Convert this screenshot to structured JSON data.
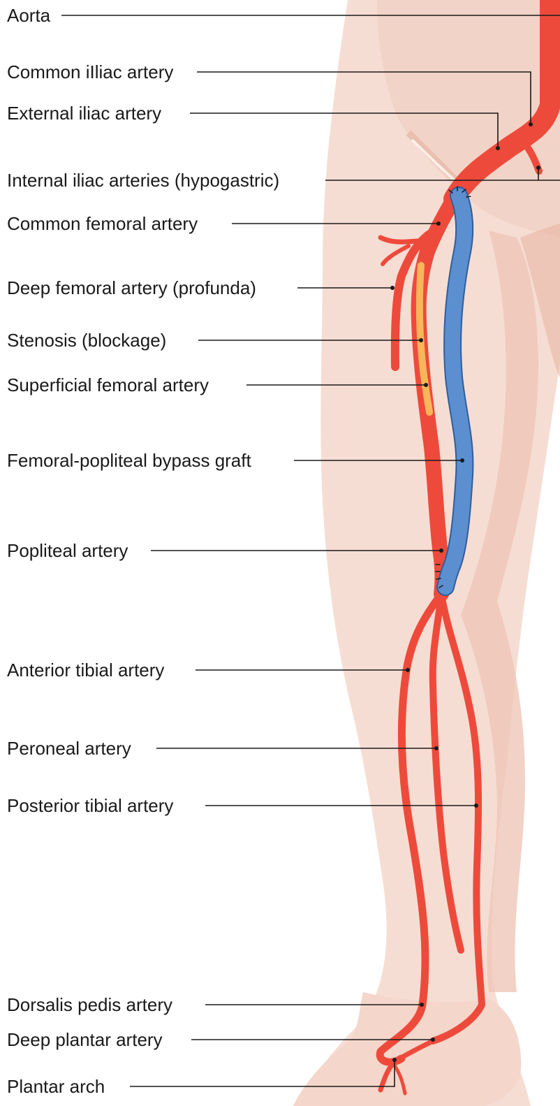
{
  "labels": {
    "aorta": "Aorta",
    "common_iliac": "Common iIliac artery",
    "external_iliac": "External iliac artery",
    "internal_iliac": "Internal iliac arteries (hypogastric)",
    "common_femoral": "Common femoral artery",
    "deep_femoral": "Deep femoral artery (profunda)",
    "stenosis": "Stenosis (blockage)",
    "superficial_femoral": "Superficial femoral artery",
    "bypass_graft": "Femoral-popliteal bypass graft",
    "popliteal": "Popliteal artery",
    "anterior_tibial": "Anterior tibial artery",
    "peroneal": "Peroneal artery",
    "posterior_tibial": "Posterior tibial artery",
    "dorsalis_pedis": "Dorsalis pedis artery",
    "deep_plantar": "Deep plantar artery",
    "plantar_arch": "Plantar arch"
  },
  "colors": {
    "skin_light": "#f6ddd3",
    "skin_mid": "#efc7b8",
    "skin_shadow": "#e7b3a1",
    "artery": "#ee4a3b",
    "artery_dark": "#c93325",
    "graft": "#5b8fd0",
    "graft_dark": "#2f5e9e",
    "plaque": "#f7b65a",
    "leader": "#1a1a1a"
  }
}
